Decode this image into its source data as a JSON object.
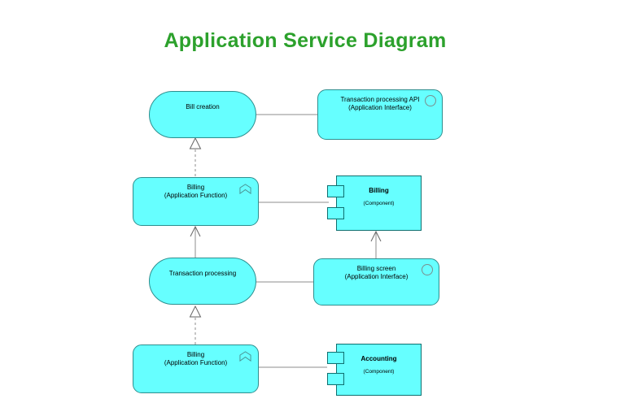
{
  "title": "Application Service Diagram",
  "colors": {
    "title": "#2ca12c",
    "node_fill": "#66ffff",
    "node_border": "#2d8e8e",
    "component_border": "#0f6f6f",
    "connector": "#8c8c8c",
    "arrowhead": "#666666"
  },
  "diagram": {
    "nodes": {
      "bill_creation": {
        "label": "Bill creation",
        "type": "application-service",
        "shape": "pill"
      },
      "tp_api": {
        "label": "Transaction processing API",
        "sublabel": "(Application Interface)",
        "type": "application-interface",
        "icon": "interface-circle-icon",
        "shape": "rounded-rect"
      },
      "billing_function_top": {
        "label": "Billing",
        "sublabel": "(Application Function)",
        "type": "application-function",
        "icon": "function-chevron-icon",
        "shape": "rounded-rect"
      },
      "billing_component": {
        "label": "Billing",
        "sublabel": "(Component)",
        "type": "uml-component",
        "icon": "component-tabs-icon",
        "shape": "component"
      },
      "transaction_processing": {
        "label": "Transaction processing",
        "type": "application-service",
        "shape": "pill"
      },
      "billing_screen": {
        "label": "Billing screen",
        "sublabel": "(Application Interface)",
        "type": "application-interface",
        "icon": "interface-circle-icon",
        "shape": "rounded-rect"
      },
      "billing_function_bottom": {
        "label": "Billing",
        "sublabel": "(Application Function)",
        "type": "application-function",
        "icon": "function-chevron-icon",
        "shape": "rounded-rect"
      },
      "accounting_component": {
        "label": "Accounting",
        "sublabel": "(Component)",
        "type": "uml-component",
        "icon": "component-tabs-icon",
        "shape": "component"
      }
    },
    "edges": [
      {
        "from": "bill_creation",
        "to": "tp_api",
        "type": "association"
      },
      {
        "from": "billing_function_top",
        "to": "bill_creation",
        "type": "realization"
      },
      {
        "from": "billing_function_top",
        "to": "billing_component",
        "type": "association"
      },
      {
        "from": "transaction_processing",
        "to": "billing_function_top",
        "type": "serving"
      },
      {
        "from": "transaction_processing",
        "to": "billing_screen",
        "type": "association"
      },
      {
        "from": "billing_screen",
        "to": "billing_component",
        "type": "serving"
      },
      {
        "from": "billing_function_bottom",
        "to": "transaction_processing",
        "type": "realization"
      },
      {
        "from": "billing_function_bottom",
        "to": "accounting_component",
        "type": "association"
      }
    ]
  }
}
